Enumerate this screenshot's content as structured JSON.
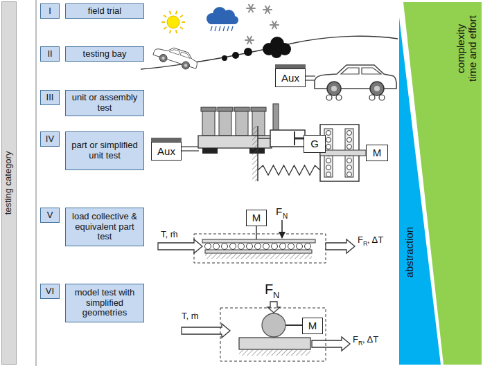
{
  "diagram": {
    "nodes": [
      {
        "text": [
          "testing category"
        ]
      },
      {
        "text": [
          "I"
        ]
      },
      {
        "text": [
          "field trial"
        ]
      },
      {
        "text": [
          "II"
        ]
      },
      {
        "text": [
          "testing bay"
        ]
      },
      {
        "text": [
          "III"
        ]
      },
      {
        "text": [
          "unit or assembly test"
        ]
      },
      {
        "text": [
          "IV"
        ]
      },
      {
        "text": [
          "part or simplified unit test"
        ]
      },
      {
        "text": [
          "V"
        ]
      },
      {
        "text": [
          "load collective & equivalent part test"
        ]
      },
      {
        "text": [
          "VI"
        ]
      },
      {
        "text": [
          "model test with simplified geometries"
        ]
      },
      {
        "text": [
          "Aux"
        ]
      },
      {
        "text": [
          "Aux"
        ]
      },
      {
        "text": [
          "G"
        ]
      },
      {
        "text": [
          "M"
        ]
      },
      {
        "text": [
          "M"
        ]
      },
      {
        "text": [
          "M"
        ]
      },
      {
        "text": [
          "complexity time and effort"
        ]
      },
      {
        "text": [
          "abstraction"
        ]
      }
    ],
    "labels": [
      "T, ṁ",
      "F",
      "N",
      "F",
      "R",
      ", ΔT",
      "T, ṁ",
      "F",
      "N",
      "F",
      "R",
      ", ΔT"
    ]
  }
}
